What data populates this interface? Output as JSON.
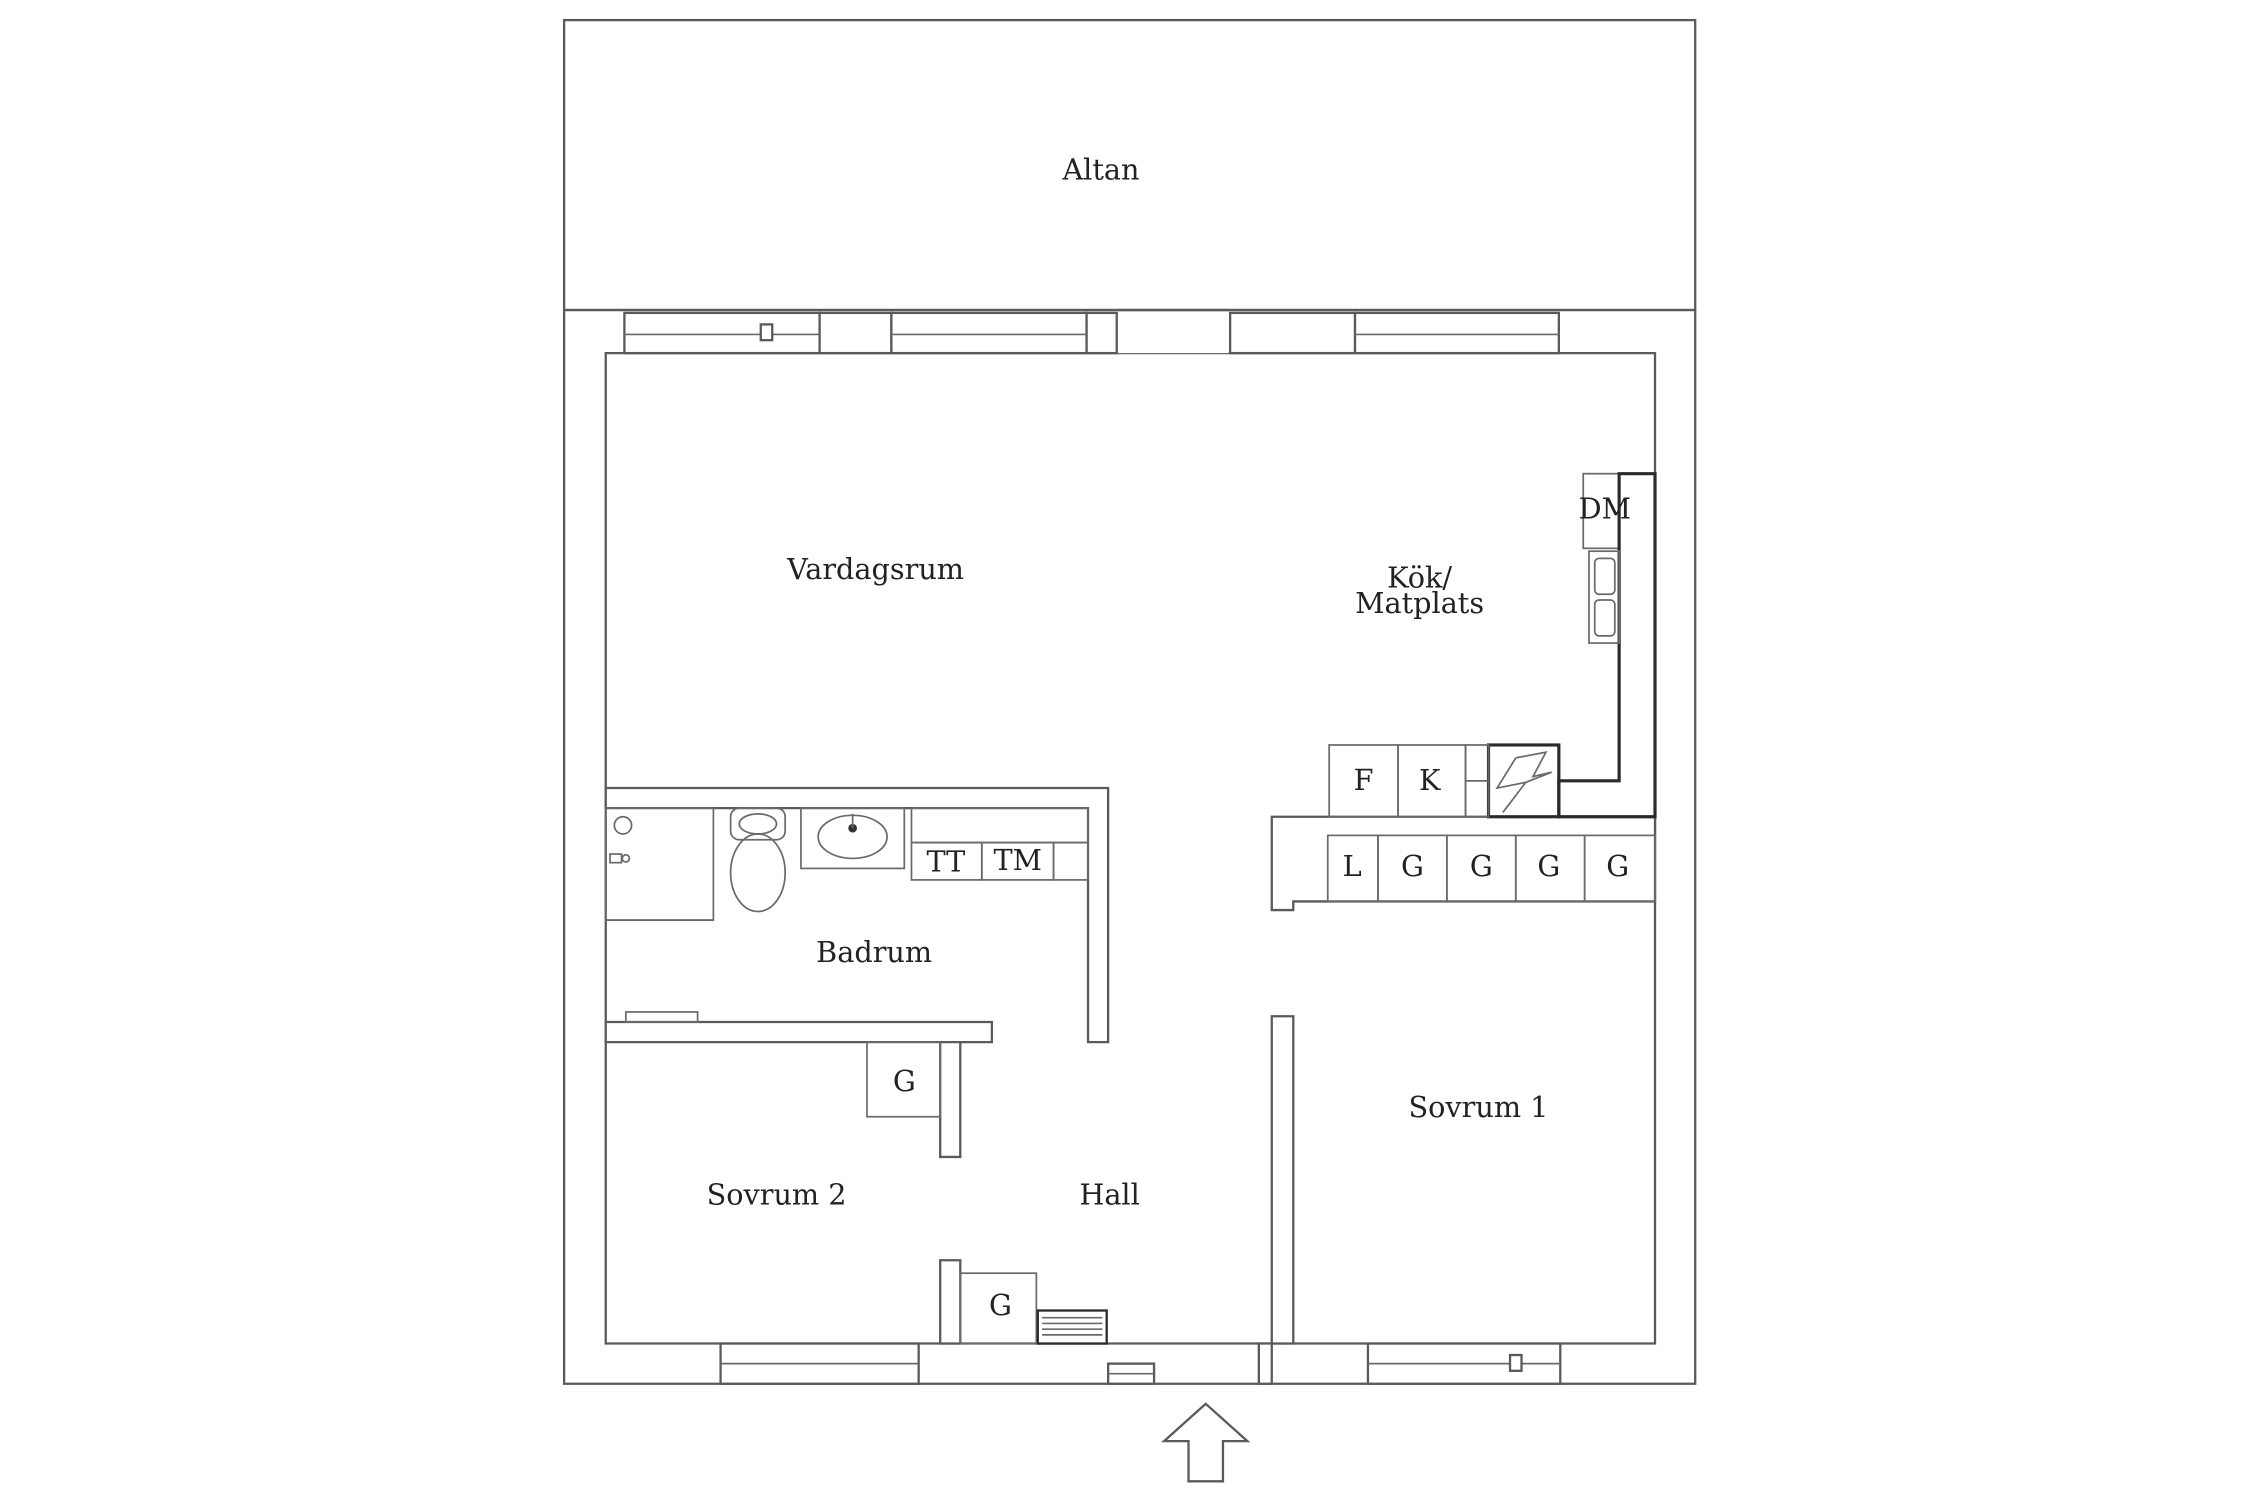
{
  "rooms": {
    "altan": "Altan",
    "vardagsrum": "Vardagsrum",
    "kok_line1": "Kök/",
    "kok_line2": "Matplats",
    "badrum": "Badrum",
    "sovrum1": "Sovrum 1",
    "sovrum2": "Sovrum 2",
    "hall": "Hall"
  },
  "appliances": {
    "dishwasher": "DM",
    "fridge": "F",
    "freezer": "K",
    "dryer": "TT",
    "washer": "TM",
    "linen_closet": "L",
    "wardrobe": "G"
  },
  "icons": {
    "entrance": "entrance-arrow-icon",
    "stove": "stove-icon",
    "sink": "kitchen-sink-icon",
    "toilet": "toilet-icon",
    "washbasin": "washbasin-icon",
    "shower": "shower-icon",
    "radiator": "radiator-icon"
  }
}
